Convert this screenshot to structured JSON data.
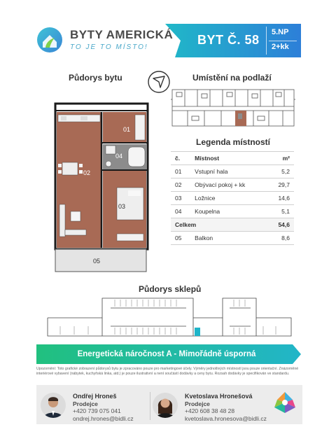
{
  "brand": {
    "name": "BYTY AMERICKÁ",
    "tagline": "TO JE TO MÍSTO!"
  },
  "apartment": {
    "title": "BYT Č. 58",
    "floor": "5.NP",
    "layout": "2+kk"
  },
  "sections": {
    "floorplan_title": "Půdorys bytu",
    "location_title": "Umístění na podlaží",
    "legend_title": "Legenda místností",
    "basement_title": "Půdorys sklepů"
  },
  "plan_labels": {
    "r01": "01",
    "r02": "02",
    "r03": "03",
    "r04": "04",
    "r05": "05"
  },
  "legend": {
    "headers": [
      "č.",
      "Místnost",
      "m²"
    ],
    "rows": [
      {
        "num": "01",
        "name": "Vstupní hala",
        "area": "5,2"
      },
      {
        "num": "02",
        "name": "Obývací pokoj + kk",
        "area": "29,7"
      },
      {
        "num": "03",
        "name": "Ložnice",
        "area": "14,6"
      },
      {
        "num": "04",
        "name": "Koupelna",
        "area": "5,1"
      }
    ],
    "total_label": "Celkem",
    "total_area": "54,6",
    "balcony": {
      "num": "05",
      "name": "Balkon",
      "area": "8,6"
    }
  },
  "energy": {
    "label": "Energetická náročnost A - Mimořádně úsporná"
  },
  "disclaimer": "Upozornění: Toto grafické zobrazení půdorysů bytu je zpracováno pouze pro marketingové účely. Výměry jednotlivých místností jsou pouze orientační. Znázorněné interiérové vybavení (nábytek, kuchyňská linka, atd.) je pouze ilustrativní a není součástí dodávky a ceny bytu. Rozsah dodávky je specifikován ve standardu.",
  "contacts": [
    {
      "name": "Ondřej Hroneš",
      "role": "Prodejce",
      "phone": "+420 739 075 041",
      "email": "ondrej.hrones@bidli.cz"
    },
    {
      "name": "Kvetoslava Hronešová",
      "role": "Prodejce",
      "phone": "+420 608 38 48 28",
      "email": "kvetoslava.hronesova@bidli.cz"
    }
  ],
  "colors": {
    "brand_teal": "#1fb5c9",
    "brand_blue": "#2f8fd6",
    "energy_green": "#25c08a",
    "room_brown": "#a86a55",
    "bathroom_grey": "#8c8c8c",
    "balcony_grey": "#e4e4e4",
    "text_dark": "#333333"
  }
}
